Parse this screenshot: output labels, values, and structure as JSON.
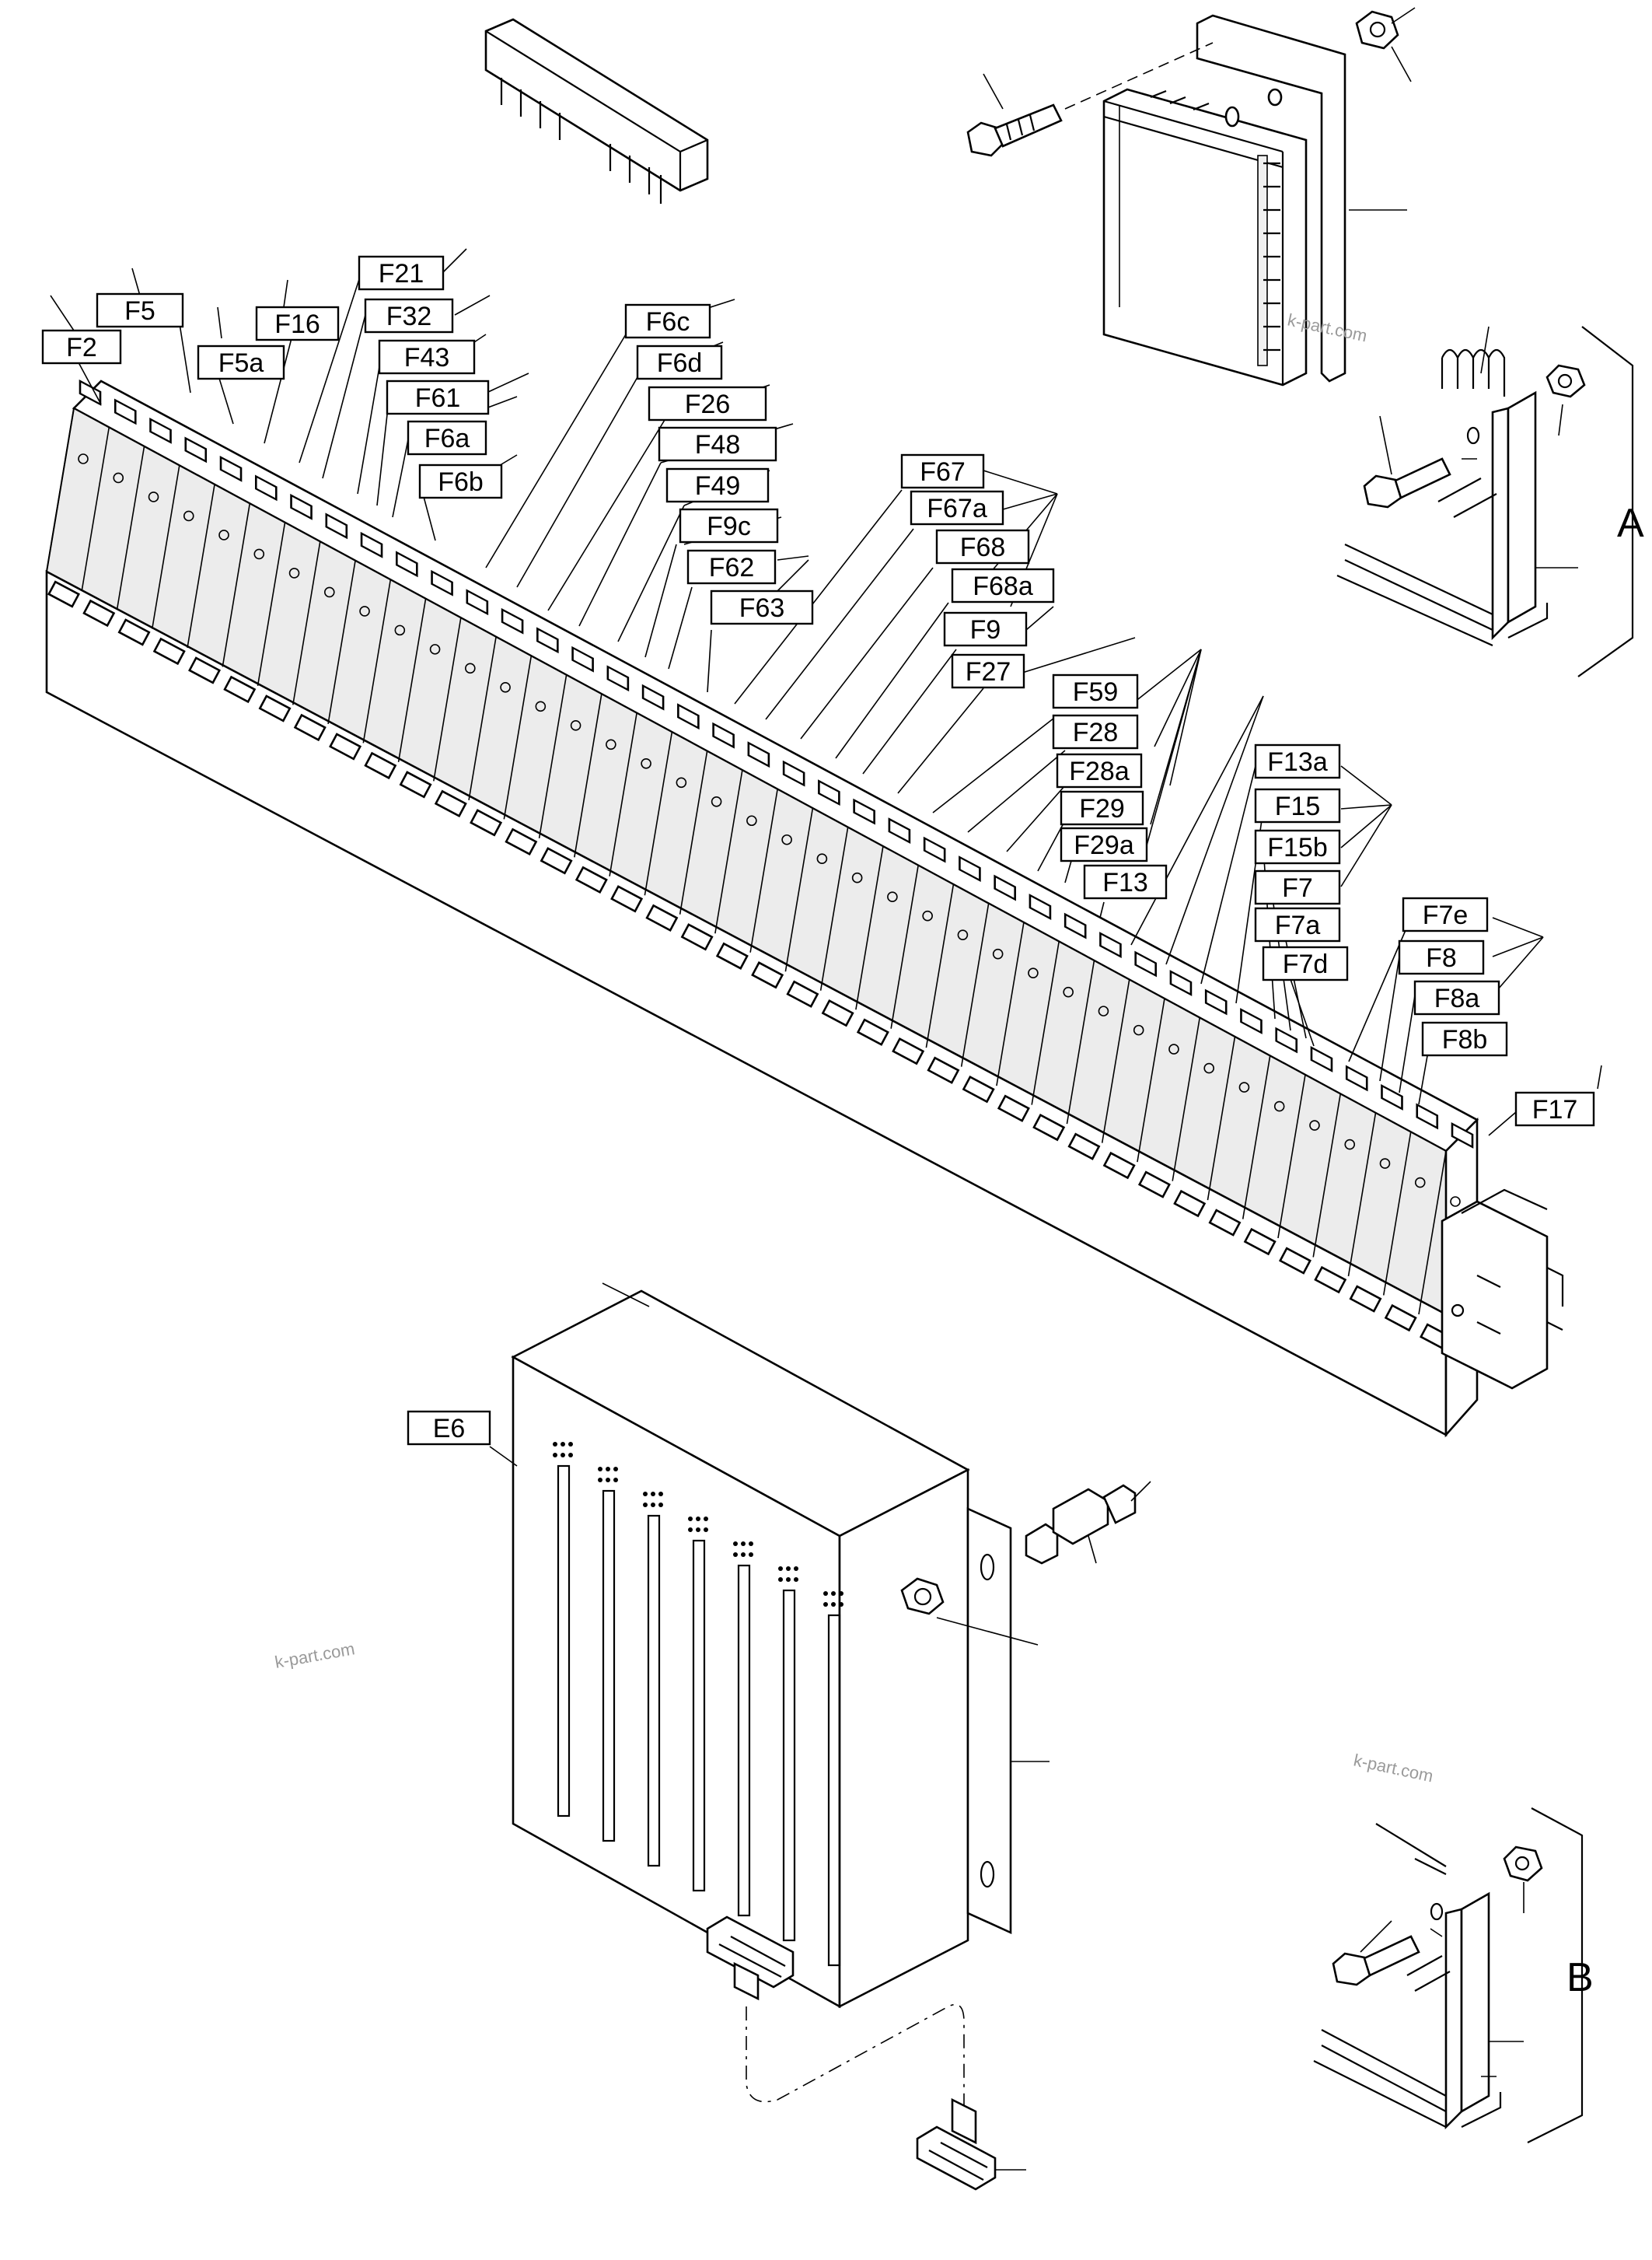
{
  "labels": [
    {
      "id": "F2",
      "text": "F2"
    },
    {
      "id": "F5",
      "text": "F5"
    },
    {
      "id": "F5a",
      "text": "F5a"
    },
    {
      "id": "F16",
      "text": "F16"
    },
    {
      "id": "F21",
      "text": "F21"
    },
    {
      "id": "F32",
      "text": "F32"
    },
    {
      "id": "F43",
      "text": "F43"
    },
    {
      "id": "F61",
      "text": "F61"
    },
    {
      "id": "F6a",
      "text": "F6a"
    },
    {
      "id": "F6b",
      "text": "F6b"
    },
    {
      "id": "F6c",
      "text": "F6c"
    },
    {
      "id": "F6d",
      "text": "F6d"
    },
    {
      "id": "F26",
      "text": "F26"
    },
    {
      "id": "F48",
      "text": "F48"
    },
    {
      "id": "F49",
      "text": "F49"
    },
    {
      "id": "F9c",
      "text": "F9c"
    },
    {
      "id": "F62",
      "text": "F62"
    },
    {
      "id": "F63",
      "text": "F63"
    },
    {
      "id": "F67",
      "text": "F67"
    },
    {
      "id": "F67a",
      "text": "F67a"
    },
    {
      "id": "F68",
      "text": "F68"
    },
    {
      "id": "F68a",
      "text": "F68a"
    },
    {
      "id": "F9",
      "text": "F9"
    },
    {
      "id": "F27",
      "text": "F27"
    },
    {
      "id": "F59",
      "text": "F59"
    },
    {
      "id": "F28",
      "text": "F28"
    },
    {
      "id": "F28a",
      "text": "F28a"
    },
    {
      "id": "F29",
      "text": "F29"
    },
    {
      "id": "F29a",
      "text": "F29a"
    },
    {
      "id": "F13",
      "text": "F13"
    },
    {
      "id": "F13a",
      "text": "F13a"
    },
    {
      "id": "F15",
      "text": "F15"
    },
    {
      "id": "F15b",
      "text": "F15b"
    },
    {
      "id": "F7",
      "text": "F7"
    },
    {
      "id": "F7a",
      "text": "F7a"
    },
    {
      "id": "F7d",
      "text": "F7d"
    },
    {
      "id": "F7e",
      "text": "F7e"
    },
    {
      "id": "F8",
      "text": "F8"
    },
    {
      "id": "F8a",
      "text": "F8a"
    },
    {
      "id": "F8b",
      "text": "F8b"
    },
    {
      "id": "F17",
      "text": "F17"
    },
    {
      "id": "E6",
      "text": "E6"
    }
  ],
  "detail_labels": {
    "a": "A",
    "b": "B"
  },
  "watermark": "k-part.com"
}
